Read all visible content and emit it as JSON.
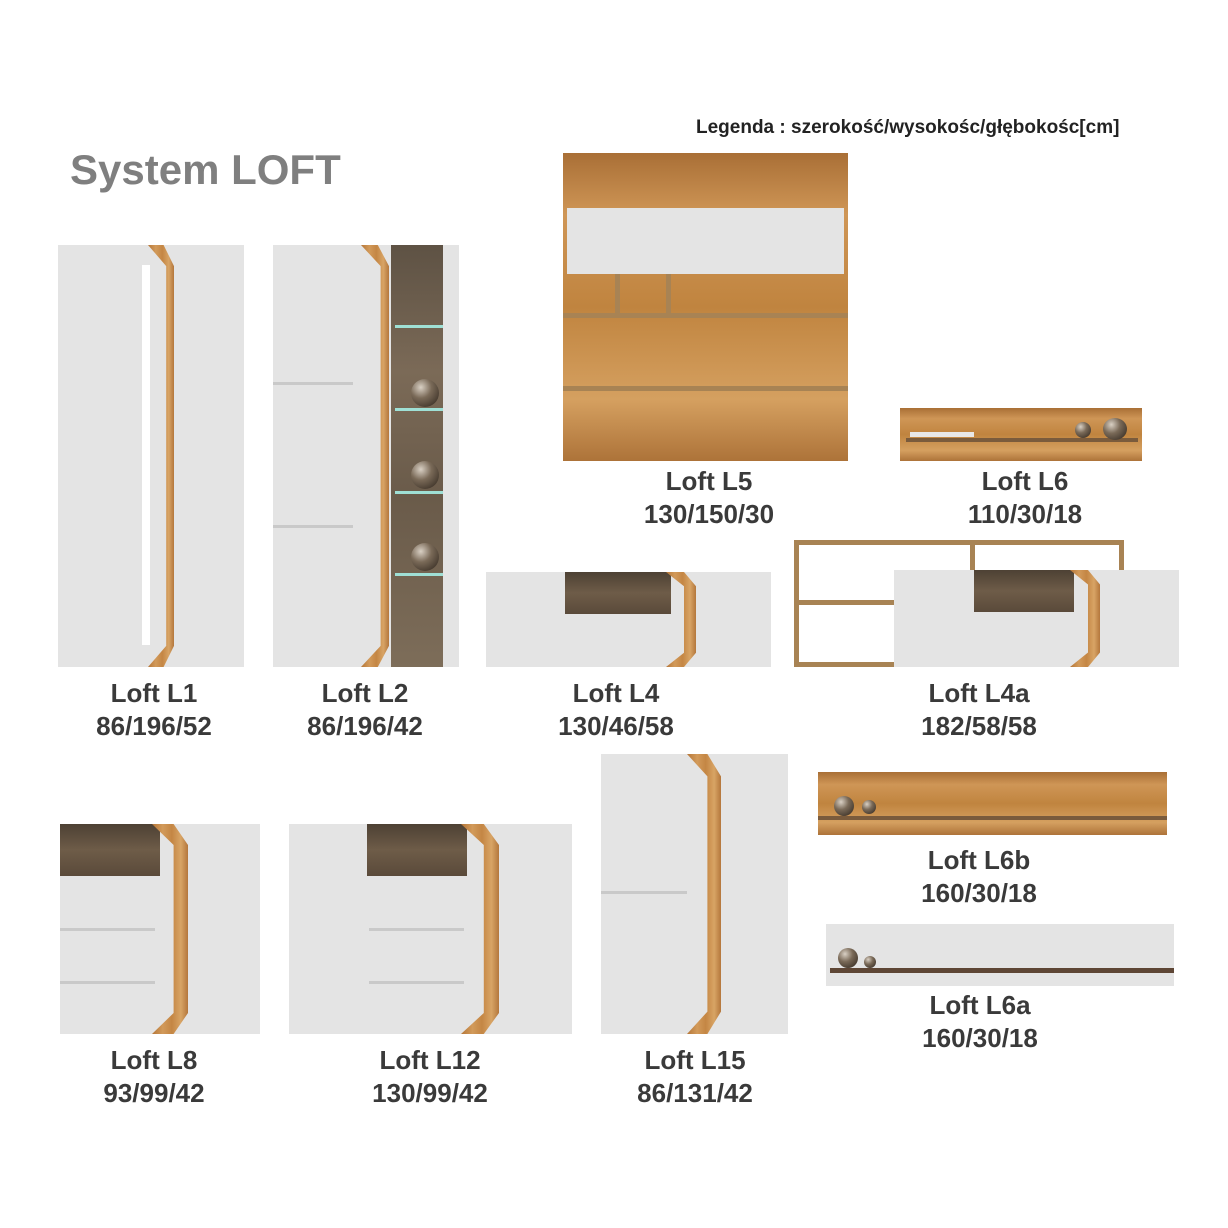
{
  "title": "System LOFT",
  "legend": "Legenda : szerokość/wysokośc/głębokośc[cm]",
  "items": [
    {
      "name": "Loft L1",
      "dims": "86/196/52"
    },
    {
      "name": "Loft L2",
      "dims": "86/196/42"
    },
    {
      "name": "Loft L4",
      "dims": "130/46/58"
    },
    {
      "name": "Loft L4a",
      "dims": "182/58/58"
    },
    {
      "name": "Loft L5",
      "dims": "130/150/30"
    },
    {
      "name": "Loft L6",
      "dims": "110/30/18"
    },
    {
      "name": "Loft L6b",
      "dims": "160/30/18"
    },
    {
      "name": "Loft L6a",
      "dims": "160/30/18"
    },
    {
      "name": "Loft L8",
      "dims": "93/99/42"
    },
    {
      "name": "Loft L12",
      "dims": "130/99/42"
    },
    {
      "name": "Loft L15",
      "dims": "86/131/42"
    }
  ],
  "colors": {
    "white_front": "#e4e4e4",
    "oak": "#c48644",
    "dark_wood": "#5a4a3a",
    "title_grey": "#7f7f7f"
  }
}
